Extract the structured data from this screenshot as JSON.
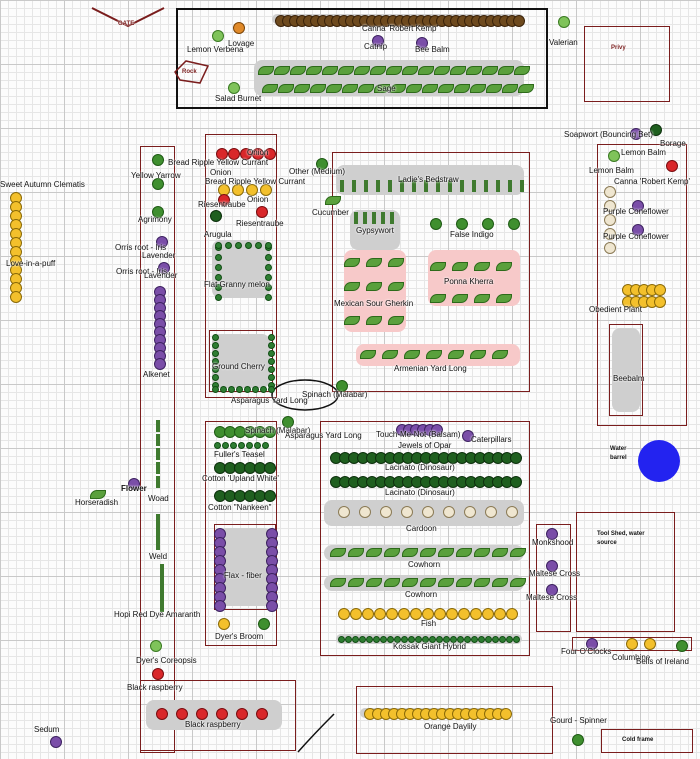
{
  "labels": {
    "gate": "GATE",
    "lemon_verbena": "Lemon Verbena",
    "lovage": "Lovage",
    "canna_top": "Canna 'Robert Kemp'",
    "catnip": "Catnip",
    "bee_balm": "Bee Balm",
    "valerian": "Valerian",
    "privy": "Privy",
    "rock": "Rock",
    "sage": "Sage",
    "salad_burnet": "Salad Burnet",
    "soapwort": "Soapwort (Bouncing Bet)",
    "borage": "Borage",
    "lemon_balm_1": "Lemon Balm",
    "lemon_balm_2": "Lemon Balm",
    "canna_right": "Canna 'Robert Kemp'",
    "purple_coneflower_1": "Purple Coneflower",
    "purple_coneflower_2": "Purple Coneflower",
    "obedient_plant": "Obedient Plant",
    "beebalm": "Beebalm",
    "water_barrel": "Water barrel",
    "bread_ripple_1": "Bread Ripple Yellow Currant",
    "bread_ripple_2": "Bread Ripple Yellow Currant",
    "onion_1": "Onion",
    "onion_2": "Onion",
    "onion_3": "Onion",
    "riesentraube_1": "Riesentraube",
    "riesentraube_2": "Riesentraube",
    "arugula": "Arugula",
    "flat_granny": "Flat Granny melon",
    "ground_cherry": "Ground Cherry",
    "asparagus_1": "Asparagus Yard Long",
    "spinach_malabar_1": "Spinach (Malabar)",
    "other_medium": "Other (Medium)",
    "ladies_bedstraw": "Ladie's Bedstraw",
    "cucumber": "Cucumber",
    "gypsywort": "Gypsywort",
    "false_indigo": "False Indigo",
    "ponna_kherra": "Ponna Kherra",
    "mexican_sour": "Mexican Sour Gherkin",
    "armenian": "Armenian Yard Long",
    "sweet_autumn": "Sweet Autumn Clematis",
    "love_in_a_puff": "Love-in-a-puff",
    "yellow_yarrow": "Yellow Yarrow",
    "agrimony": "Agrimony",
    "orris_1": "Orris root - Iris",
    "lavender_1": "Lavender",
    "orris_2": "Orris root - Iris",
    "lavender_2": "Lavender",
    "alkenet": "Alkenet",
    "flower": "Flower",
    "horseradish": "Horseradish",
    "woad": "Woad",
    "weld": "Weld",
    "hopi": "Hopi Red Dye Amaranth",
    "dyers_coreopsis": "Dyer's Coreopsis",
    "black_raspberry_1": "Black raspberry",
    "black_raspberry_2": "Black raspberry",
    "sedum": "Sedum",
    "spinach_malabar_2": "Spinach (Malabar)",
    "asparagus_2": "Asparagus Yard Long",
    "fullers_teasel": "Fuller's Teasel",
    "cotton_upland": "Cotton 'Upland White'",
    "cotton_nankeen": "Cotton \"Nankeen\"",
    "flax": "Flax - fiber",
    "dyers_broom": "Dyer's Broom",
    "touch_me_not": "Touch-Me-Not (Balsam)",
    "jewels_of_opar": "Jewels of Opar",
    "caterpillars": "Caterpillars",
    "lacinato_1": "Lacinato (Dinosaur)",
    "lacinato_2": "Lacinato (Dinosaur)",
    "cardoon": "Cardoon",
    "cowhorn_1": "Cowhorn",
    "cowhorn_2": "Cowhorn",
    "fish": "Fish",
    "kossak": "Kossak Giant Hybrid",
    "monkshood": "Monkshood",
    "maltese_1": "Maltese Cross",
    "maltese_2": "Maltese Cross",
    "tool_shed": "Tool Shed, water source",
    "four_oclocks": "Four O'Clocks",
    "columbine": "Columbine",
    "bells_of_ireland": "Bells of Ireland",
    "orange_daylily": "Orange Daylily",
    "gourd_spinner": "Gourd - Spinner",
    "cold_frame": "Cold frame"
  },
  "colors": {
    "bed_border": "#7a1d1d",
    "water_barrel": "#2323f0",
    "gravel_row": "#cfcfcf",
    "melon_patch": "#f7c9c9"
  }
}
